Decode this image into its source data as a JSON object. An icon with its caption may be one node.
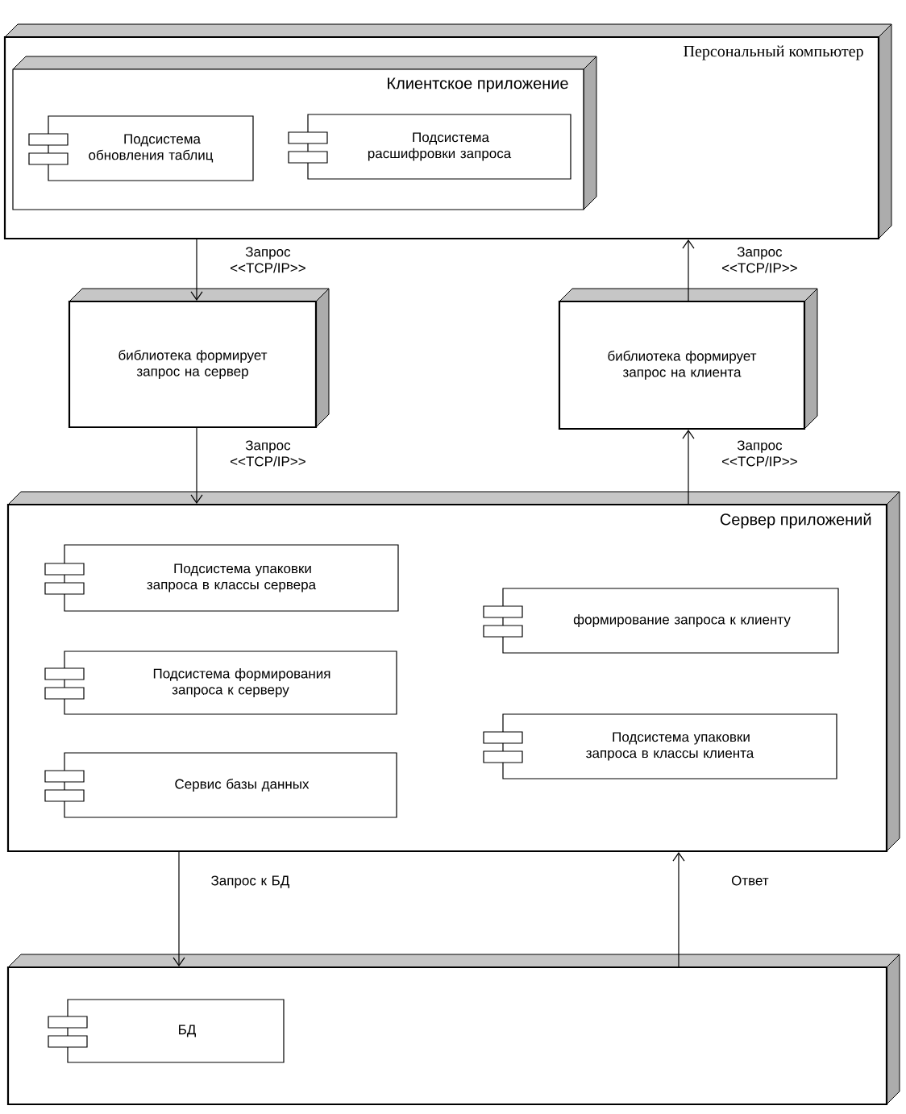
{
  "diagram": {
    "nodes": [
      {
        "text": [
          "Персональный компьютер"
        ]
      },
      {
        "text": [
          "Клиентское приложение"
        ],
        "in": 0
      },
      {
        "text": [
          "Подсистема обновления таблиц"
        ],
        "in": 1
      },
      {
        "text": [
          "Подсистема расшифровки запроса"
        ],
        "in": 1
      },
      {
        "text": [
          "библиотека формирует запрос на сервер"
        ]
      },
      {
        "text": [
          "библиотека формирует запрос на клиента"
        ]
      },
      {
        "text": [
          "Сервер приложений"
        ]
      },
      {
        "text": [
          "Подсистема упаковки запроса в классы сервера"
        ],
        "in": 6
      },
      {
        "text": [
          "Подсистема формирования запроса к серверу"
        ],
        "in": 6
      },
      {
        "text": [
          "Сервис базы данных"
        ],
        "in": 6
      },
      {
        "text": [
          "формирование запроса к клиенту"
        ],
        "in": 6
      },
      {
        "text": [
          "Подсистема упаковки запроса в классы клиента"
        ],
        "in": 6
      },
      {
        "text": [],
        "shape": "box"
      },
      {
        "text": [
          "БД"
        ],
        "in": 12
      }
    ],
    "edges": [
      {
        "from": 0,
        "to": 4,
        "arrow": "to",
        "label": "Запрос <<TCP/IP>>"
      },
      {
        "from": 4,
        "to": 6,
        "arrow": "to",
        "label": "Запрос <<TCP/IP>>"
      },
      {
        "from": 6,
        "to": 5,
        "arrow": "to",
        "label": "Запрос <<TCP/IP>>"
      },
      {
        "from": 5,
        "to": 0,
        "arrow": "to",
        "label": "Запрос <<TCP/IP>>"
      },
      {
        "from": 6,
        "to": 12,
        "arrow": "to",
        "label": "Запрос к БД"
      },
      {
        "from": 12,
        "to": 6,
        "arrow": "to",
        "label": "Ответ"
      }
    ]
  }
}
